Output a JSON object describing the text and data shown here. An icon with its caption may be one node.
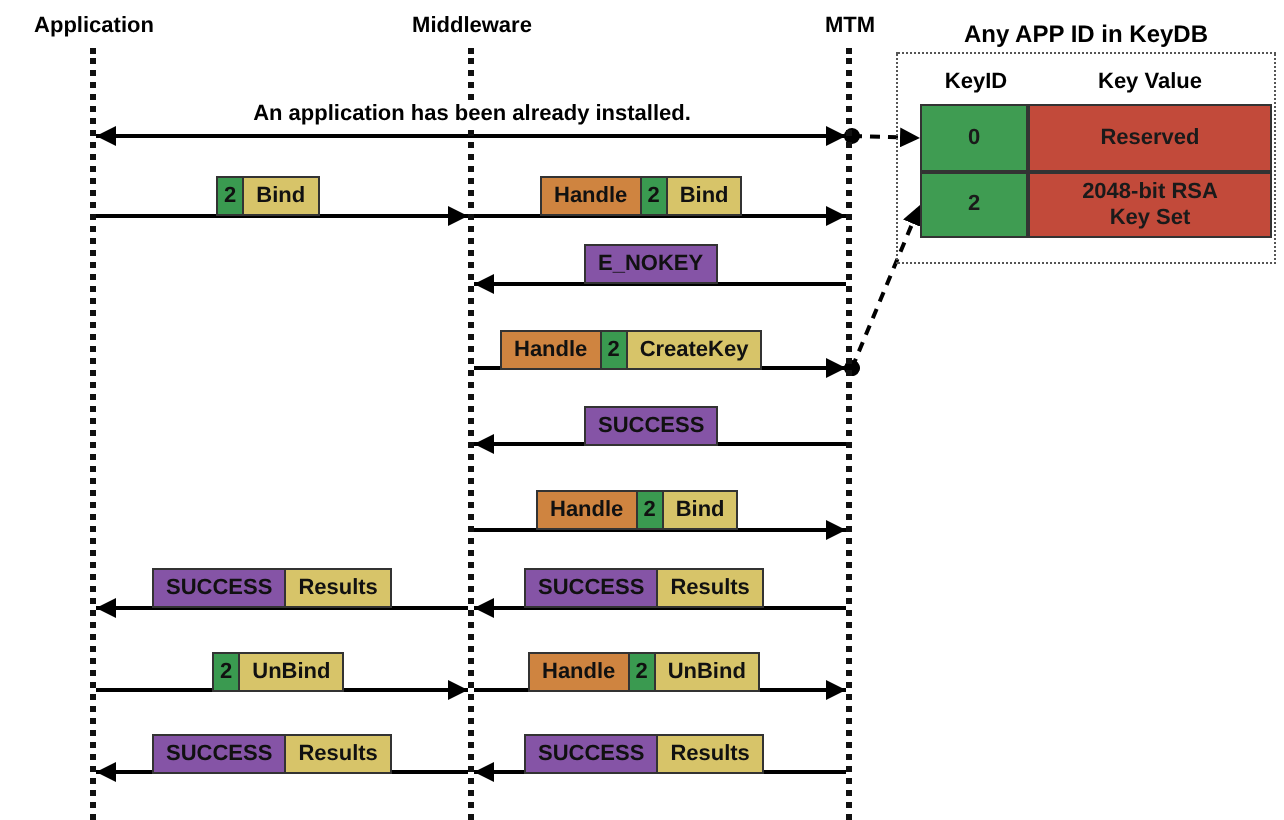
{
  "diagram": {
    "nodes": [
      {
        "text": [],
        "shape": "line",
        "beside": [
          "Application"
        ]
      },
      {
        "text": [],
        "shape": "line",
        "beside": [
          "Middleware"
        ]
      },
      {
        "text": [],
        "shape": "line",
        "beside": [
          "MTM"
        ]
      },
      {
        "text": [
          "Any APP ID in KeyDB"
        ]
      },
      {
        "text": [
          "0"
        ],
        "in": 3
      },
      {
        "text": [
          "Reserved"
        ],
        "in": 3
      },
      {
        "text": [
          "2"
        ],
        "in": 3
      },
      {
        "text": [
          "2048-bit RSA Key Set"
        ],
        "in": 3
      },
      {
        "text": [
          "2",
          "Bind"
        ]
      },
      {
        "text": [
          "Handle",
          "2",
          "Bind"
        ]
      },
      {
        "text": [
          "E_NOKEY"
        ]
      },
      {
        "text": [
          "Handle",
          "2",
          "CreateKey"
        ]
      },
      {
        "text": [
          "SUCCESS"
        ]
      },
      {
        "text": [
          "Handle",
          "2",
          "Bind"
        ]
      },
      {
        "text": [
          "SUCCESS",
          "Results"
        ]
      },
      {
        "text": [
          "SUCCESS",
          "Results"
        ]
      },
      {
        "text": [
          "2",
          "UnBind"
        ]
      },
      {
        "text": [
          "Handle",
          "2",
          "UnBind"
        ]
      },
      {
        "text": [
          "SUCCESS",
          "Results"
        ]
      },
      {
        "text": [
          "SUCCESS",
          "Results"
        ]
      }
    ],
    "edges": [
      {
        "from": 0,
        "to": 2,
        "arrow": "both",
        "label": "An application has been already installed."
      },
      {
        "from": 2,
        "to": 4,
        "arrow": "to",
        "style": "dashed"
      },
      {
        "from": 0,
        "to": 1,
        "arrow": "to"
      },
      {
        "from": 1,
        "to": 2,
        "arrow": "to"
      },
      {
        "from": 2,
        "to": 1,
        "arrow": "to"
      },
      {
        "from": 1,
        "to": 2,
        "arrow": "to"
      },
      {
        "from": 2,
        "to": 6,
        "arrow": "to",
        "style": "dashed"
      },
      {
        "from": 2,
        "to": 1,
        "arrow": "to"
      },
      {
        "from": 1,
        "to": 2,
        "arrow": "to"
      },
      {
        "from": 1,
        "to": 0,
        "arrow": "to"
      },
      {
        "from": 2,
        "to": 1,
        "arrow": "to"
      },
      {
        "from": 0,
        "to": 1,
        "arrow": "to"
      },
      {
        "from": 1,
        "to": 2,
        "arrow": "to"
      },
      {
        "from": 1,
        "to": 0,
        "arrow": "to"
      },
      {
        "from": 2,
        "to": 1,
        "arrow": "to"
      }
    ],
    "labels": [
      "KeyID",
      "Key Value"
    ]
  }
}
